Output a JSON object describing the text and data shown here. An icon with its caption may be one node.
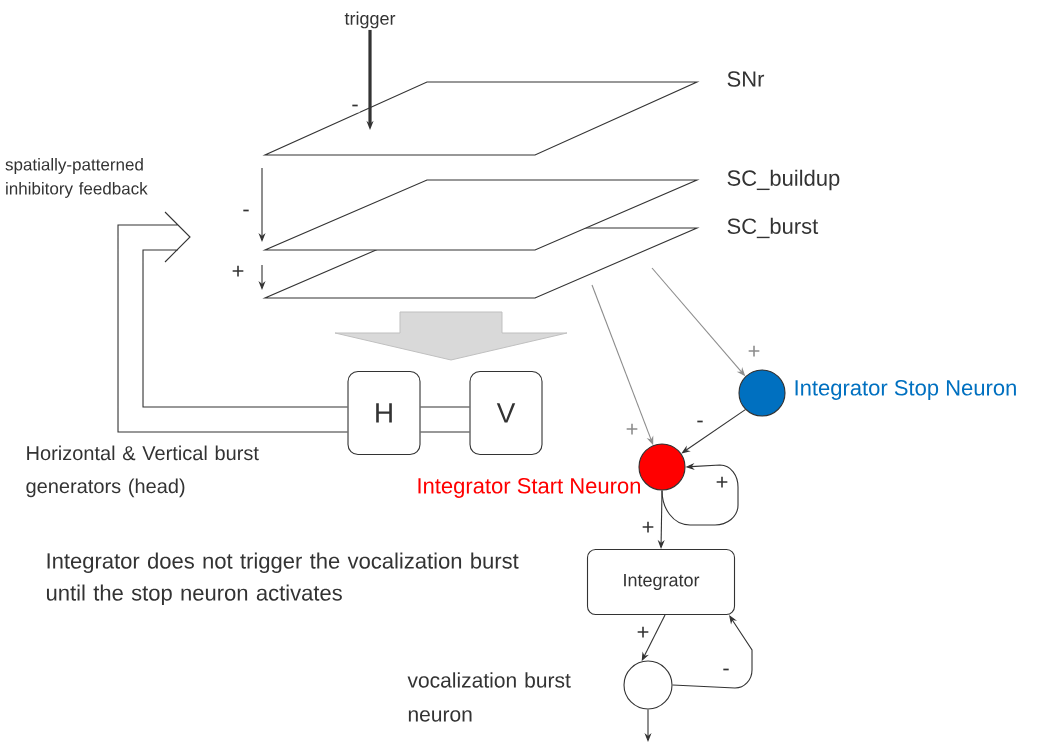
{
  "diagram": {
    "nodes": [
      {
        "text": [
          "trigger"
        ]
      },
      {
        "text": [
          "SNr"
        ]
      },
      {
        "text": [
          "SC_buildup"
        ]
      },
      {
        "text": [
          "SC_burst"
        ]
      },
      {
        "text": [
          "spatially-patterned inhibitory feedback"
        ]
      },
      {
        "text": [
          "H"
        ]
      },
      {
        "text": [
          "V"
        ]
      },
      {
        "text": [
          "Integrator Stop Neuron"
        ]
      },
      {
        "text": [
          "Integrator Start Neuron"
        ]
      },
      {
        "text": [
          "Integrator"
        ]
      },
      {
        "text": [
          "vocalization burst neuron"
        ]
      }
    ],
    "edges": [
      {
        "from": 0,
        "to": 1,
        "arrow": "to",
        "label": "-",
        "style": "thick"
      },
      {
        "from": 1,
        "to": 2,
        "arrow": "to",
        "label": "-"
      },
      {
        "from": 2,
        "to": 3,
        "arrow": "to",
        "label": "+"
      },
      {
        "from": 3,
        "to": 5,
        "arrow": "to",
        "color": "#d9d9d9"
      },
      {
        "from": 3,
        "to": 6,
        "arrow": "to",
        "color": "#d9d9d9"
      },
      {
        "from": 5,
        "to": 6,
        "arrow": "none"
      },
      {
        "from": 5,
        "to": 4,
        "arrow": "to"
      },
      {
        "from": 3,
        "to": 7,
        "arrow": "to",
        "label": "+",
        "color": "#8c8c8c"
      },
      {
        "from": 3,
        "to": 8,
        "arrow": "to",
        "label": "+",
        "color": "#8c8c8c"
      },
      {
        "from": 7,
        "to": 8,
        "arrow": "to",
        "label": "-"
      },
      {
        "from": 8,
        "to": 8,
        "arrow": "to",
        "label": "+"
      },
      {
        "from": 8,
        "to": 9,
        "arrow": "to",
        "label": "+"
      },
      {
        "from": 9,
        "to": 10,
        "arrow": "to",
        "label": "+"
      },
      {
        "from": 10,
        "to": 9,
        "arrow": "to",
        "label": "-"
      },
      {
        "from": 10,
        "to": null,
        "arrow": "to"
      }
    ],
    "labels": [
      "Horizontal & Vertical burst generators (head)",
      "Integrator does not trigger the vocalization burst until the stop neuron activates"
    ]
  }
}
